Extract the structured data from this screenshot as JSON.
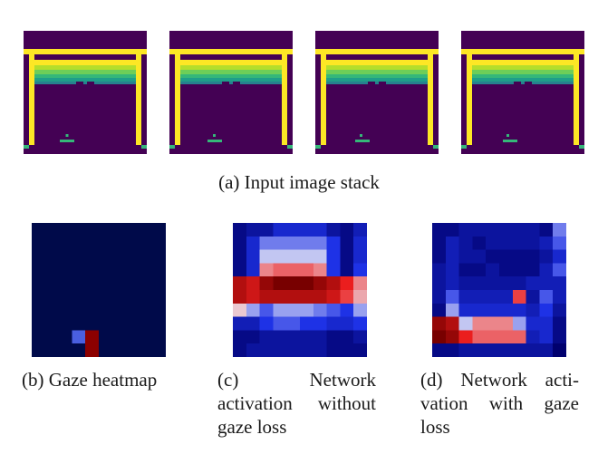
{
  "figure": {
    "input_stack": {
      "caption": "(a)  Input image stack",
      "frames": [
        {
          "ball_col": 11
        },
        {
          "ball_col": 13
        },
        {
          "ball_col": 15
        },
        {
          "ball_col": 17
        }
      ],
      "colors": {
        "background": "#440154",
        "wall": "#fde725",
        "paddle": "#35b779",
        "rows": [
          "#fde725",
          "#b5de2b",
          "#6ece58",
          "#35b779",
          "#1f9e89",
          "#26828e"
        ]
      }
    },
    "gaze_heatmap": {
      "caption": "(b)  Gaze heatmap",
      "grid": [
        [
          0,
          0,
          0,
          0,
          0,
          0,
          0,
          0,
          0,
          0
        ],
        [
          0,
          0,
          0,
          0,
          0,
          0,
          0,
          0,
          0,
          0
        ],
        [
          0,
          0,
          0,
          0,
          0,
          0,
          0,
          0,
          0,
          0
        ],
        [
          0,
          0,
          0,
          0,
          0,
          0,
          0,
          0,
          0,
          0
        ],
        [
          0,
          0,
          0,
          0,
          0,
          0,
          0,
          0,
          0,
          0
        ],
        [
          0,
          0,
          0,
          0,
          0,
          0,
          0,
          0,
          0,
          0
        ],
        [
          0,
          0,
          0,
          0,
          0,
          0,
          0,
          0,
          0,
          0
        ],
        [
          0,
          0,
          0,
          0,
          0,
          0,
          0,
          0,
          0,
          0
        ],
        [
          0,
          0,
          0,
          1,
          2,
          0,
          0,
          0,
          0,
          0
        ],
        [
          0,
          0,
          0,
          0,
          2,
          0,
          0,
          0,
          0,
          0
        ]
      ],
      "palette": [
        "#000a4a",
        "#4a5fe0",
        "#8c0000"
      ]
    },
    "activation_without": {
      "caption_lines": [
        "(c)",
        "Network",
        "activation without",
        "gaze loss"
      ],
      "grid": [
        [
          -0.9,
          -0.8,
          -0.8,
          -0.6,
          -0.6,
          -0.6,
          -0.6,
          -0.8,
          -0.9,
          -0.7
        ],
        [
          -0.9,
          -0.6,
          -0.3,
          -0.3,
          -0.3,
          -0.3,
          -0.3,
          -0.5,
          -0.9,
          -0.6
        ],
        [
          -0.9,
          -0.6,
          -0.1,
          -0.1,
          -0.1,
          -0.1,
          -0.1,
          -0.5,
          -0.9,
          -0.6
        ],
        [
          -0.9,
          -0.6,
          0.3,
          0.4,
          0.4,
          0.4,
          0.3,
          -0.5,
          -0.9,
          -0.5
        ],
        [
          0.8,
          0.7,
          0.9,
          1.0,
          1.0,
          1.0,
          0.9,
          0.8,
          0.6,
          0.3
        ],
        [
          0.8,
          0.7,
          0.8,
          0.8,
          0.8,
          0.8,
          0.8,
          0.7,
          0.5,
          0.2
        ],
        [
          0.1,
          -0.2,
          -0.4,
          -0.2,
          -0.2,
          -0.2,
          -0.3,
          -0.4,
          -0.5,
          -0.2
        ],
        [
          -0.7,
          -0.7,
          -0.5,
          -0.4,
          -0.4,
          -0.5,
          -0.5,
          -0.6,
          -0.6,
          -0.5
        ],
        [
          -0.9,
          -0.9,
          -0.8,
          -0.8,
          -0.8,
          -0.8,
          -0.8,
          -0.9,
          -0.9,
          -0.8
        ],
        [
          -0.9,
          -0.8,
          -0.8,
          -0.8,
          -0.8,
          -0.8,
          -0.8,
          -0.9,
          -0.9,
          -0.9
        ]
      ]
    },
    "activation_with": {
      "caption_lines": [
        "(d)  Network  acti-",
        "vation  with  gaze",
        "loss"
      ],
      "grid": [
        [
          -0.9,
          -0.9,
          -0.8,
          -0.8,
          -0.8,
          -0.8,
          -0.8,
          -0.8,
          -0.9,
          -0.3
        ],
        [
          -0.9,
          -0.7,
          -0.8,
          -0.9,
          -0.8,
          -0.8,
          -0.8,
          -0.8,
          -0.7,
          -0.4
        ],
        [
          -0.9,
          -0.7,
          -0.8,
          -0.8,
          -0.9,
          -0.9,
          -0.9,
          -0.9,
          -0.8,
          -0.6
        ],
        [
          -0.8,
          -0.7,
          -0.9,
          -0.9,
          -0.8,
          -0.9,
          -0.9,
          -0.9,
          -0.7,
          -0.4
        ],
        [
          -0.8,
          -0.7,
          -0.8,
          -0.8,
          -0.8,
          -0.8,
          -0.8,
          -0.7,
          -0.7,
          -0.7
        ],
        [
          -0.8,
          -0.4,
          -0.7,
          -0.7,
          -0.7,
          -0.7,
          0.5,
          -0.8,
          -0.4,
          -0.7
        ],
        [
          -0.9,
          -0.2,
          -0.6,
          -0.6,
          -0.6,
          -0.6,
          -0.6,
          -0.7,
          -0.5,
          -0.8
        ],
        [
          0.9,
          0.8,
          -0.1,
          0.3,
          0.3,
          0.3,
          -0.2,
          -0.6,
          -0.6,
          -0.9
        ],
        [
          1.0,
          0.9,
          0.6,
          0.4,
          0.4,
          0.4,
          0.4,
          -0.7,
          -0.6,
          -0.9
        ],
        [
          -0.9,
          -0.9,
          -0.8,
          -0.8,
          -0.8,
          -0.8,
          -0.8,
          -0.8,
          -0.8,
          -1.0
        ]
      ]
    }
  }
}
